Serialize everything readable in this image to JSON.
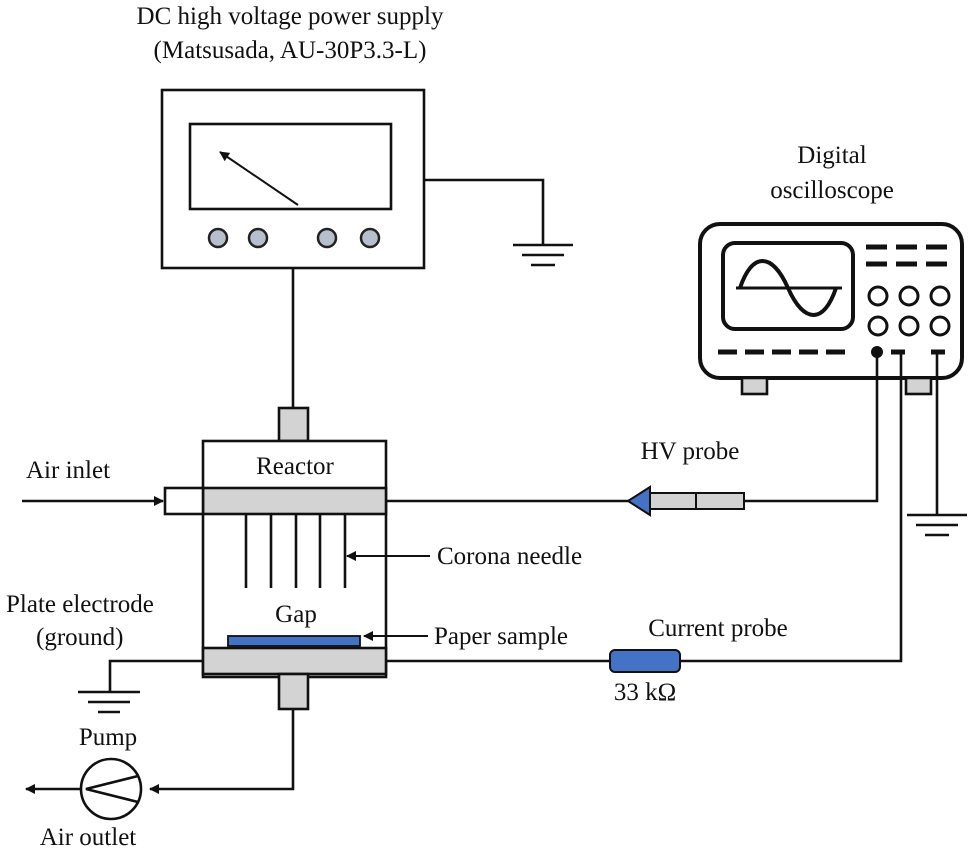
{
  "labels": {
    "power_supply_title": "DC high voltage power supply",
    "power_supply_model": "(Matsusada, AU-30P3.3-L)",
    "oscilloscope_line1": "Digital",
    "oscilloscope_line2": "oscilloscope",
    "air_inlet": "Air inlet",
    "reactor": "Reactor",
    "hv_probe": "HV probe",
    "corona_needle": "Corona needle",
    "plate_electrode_line1": "Plate electrode",
    "plate_electrode_line2": "(ground)",
    "gap": "Gap",
    "paper_sample": "Paper sample",
    "current_probe": "Current probe",
    "resistor": "33 kΩ",
    "pump": "Pump",
    "air_outlet": "Air outlet"
  },
  "colors": {
    "line": "#111111",
    "gray_fill": "#d3d3d3",
    "blue_fill": "#4472c4",
    "knob_fill": "#b7bfcc"
  },
  "icons": [
    "ground-symbol",
    "analog-meter",
    "sine-wave",
    "pump-symbol",
    "arrow"
  ]
}
